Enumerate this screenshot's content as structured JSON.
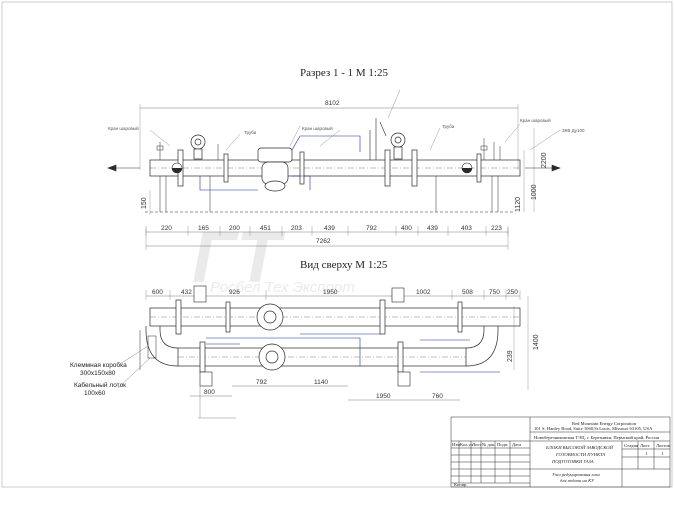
{
  "section_title": "Разрез 1 - 1 М 1:25",
  "top_view_title": "Вид сверху М 1:25",
  "section_dims": {
    "overall": "8102",
    "bottom_row": [
      "220",
      "165",
      "200",
      "451",
      "203",
      "439",
      "792",
      "400",
      "439",
      "403",
      "223"
    ],
    "total": "7262",
    "left_height": "150",
    "right_heights": [
      "2200",
      "1000",
      "1120"
    ]
  },
  "top_dims": {
    "top_row": [
      "600",
      "432",
      "926",
      "1950",
      "1002",
      "508",
      "750",
      "250"
    ],
    "bottom_row": [
      "800",
      "792",
      "1140",
      "1950",
      "760"
    ],
    "right_heights": [
      "1400",
      "239"
    ]
  },
  "section_labels": {
    "valve_left": "Кран шаровый",
    "valve_mid": "Кран шаровый",
    "valve_right": "Кран шаровый",
    "flange_right": "ЗКВ Ду100 ",
    "pipe_left": "Труба",
    "pipe_right": "Труба"
  },
  "watermark": {
    "logo": "ГТ",
    "text": "Росбел Тех Экспорт"
  },
  "callouts": {
    "terminal_box_label": "Клеммная коробка",
    "terminal_box_size": "300x150x80",
    "cable_tray_label": "Кабельный лоток",
    "cable_tray_size": "100x60"
  },
  "title_block": {
    "company_name": "Red Mountain Energy Corporation",
    "company_address": "101 S. Hanley Road, Suite 1060,St.Louis, Missouri 63105, USA",
    "project": "Новоберезниковская ТЭЦ, г. Березники, Пермский край, Россия",
    "headers": [
      "Изм",
      "Кол.уч",
      "Лист",
      "№ док.",
      "Подп.",
      "Дата"
    ],
    "drawing_title_line1": "БЛОКИ ВЫСОКОЙ ЗАВОДСКОЙ",
    "drawing_title_line2": "ГОТОВНОСТИ ПУНКТА",
    "drawing_title_line3": "ПОДГОТОВКИ ГАЗА",
    "stage_headers": [
      "Стадия",
      "Лист",
      "Листов"
    ],
    "stage_values": [
      "",
      "1",
      "1"
    ],
    "sheet_title_line1": "Узел редуцирования газа",
    "sheet_title_line2": "для подачи на КУ",
    "footer": "Копир."
  },
  "colors": {
    "line": "#2a2a2a",
    "dim": "#555555",
    "accent_blue": "#1e2fa8",
    "watermark": "#e6e6e6"
  }
}
